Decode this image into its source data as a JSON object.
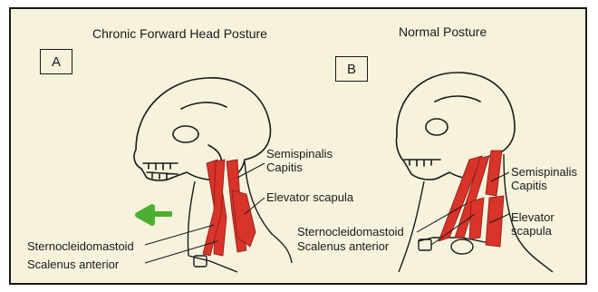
{
  "panel_a": {
    "title": "Chronic Forward Head Posture",
    "letter": "A",
    "labels": {
      "semispinalis": "Semispinalis\nCapitis",
      "elevator": "Elevator scapula",
      "scm": "Sternocleidomastoid",
      "scalenus": "Scalenus anterior"
    }
  },
  "panel_b": {
    "title": "Normal Posture",
    "letter": "B",
    "labels": {
      "semispinalis": "Semispinalis\nCapitis",
      "elevator": "Elevator\nscapula",
      "scm": "Sternocleidomastoid",
      "scalenus": "Scalenus anterior"
    }
  },
  "colors": {
    "background": "#f7f2dc",
    "muscle": "#d8342a",
    "arrow": "#4caf32",
    "line": "#1a1a1a"
  }
}
